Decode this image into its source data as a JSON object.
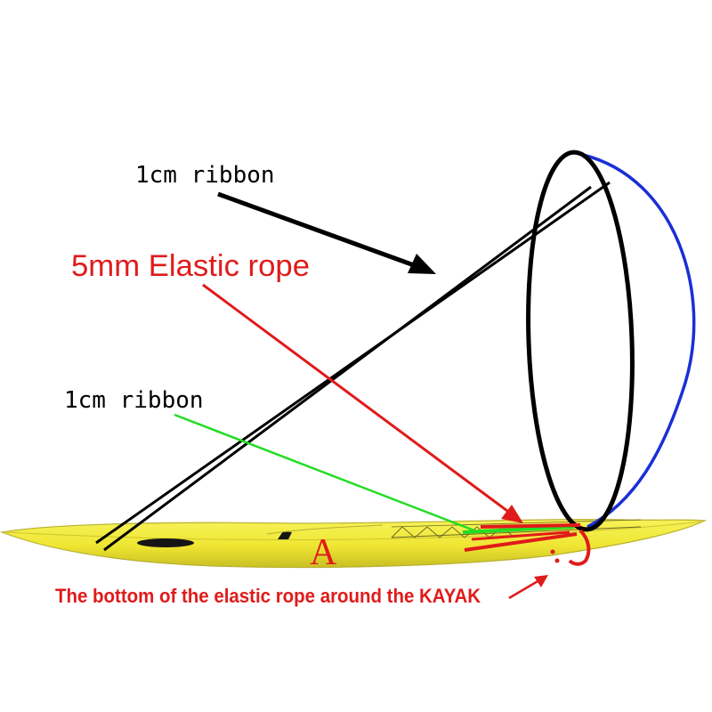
{
  "labels": {
    "ribbon_top": "1cm ribbon",
    "elastic_rope": "5mm Elastic rope",
    "ribbon_middle": "1cm ribbon",
    "kayak_marker": "A",
    "bottom_note": "The bottom of the elastic rope around the KAYAK"
  },
  "colors": {
    "kayak_fill": "#f2ec3a",
    "kayak_outline": "#b8b030",
    "hoop": "#000000",
    "pole": "#000000",
    "elastic_arc": "#1a2fd6",
    "red_annotation": "#e01b1b",
    "green_annotation": "#22dd22",
    "black_arrow": "#000000"
  }
}
